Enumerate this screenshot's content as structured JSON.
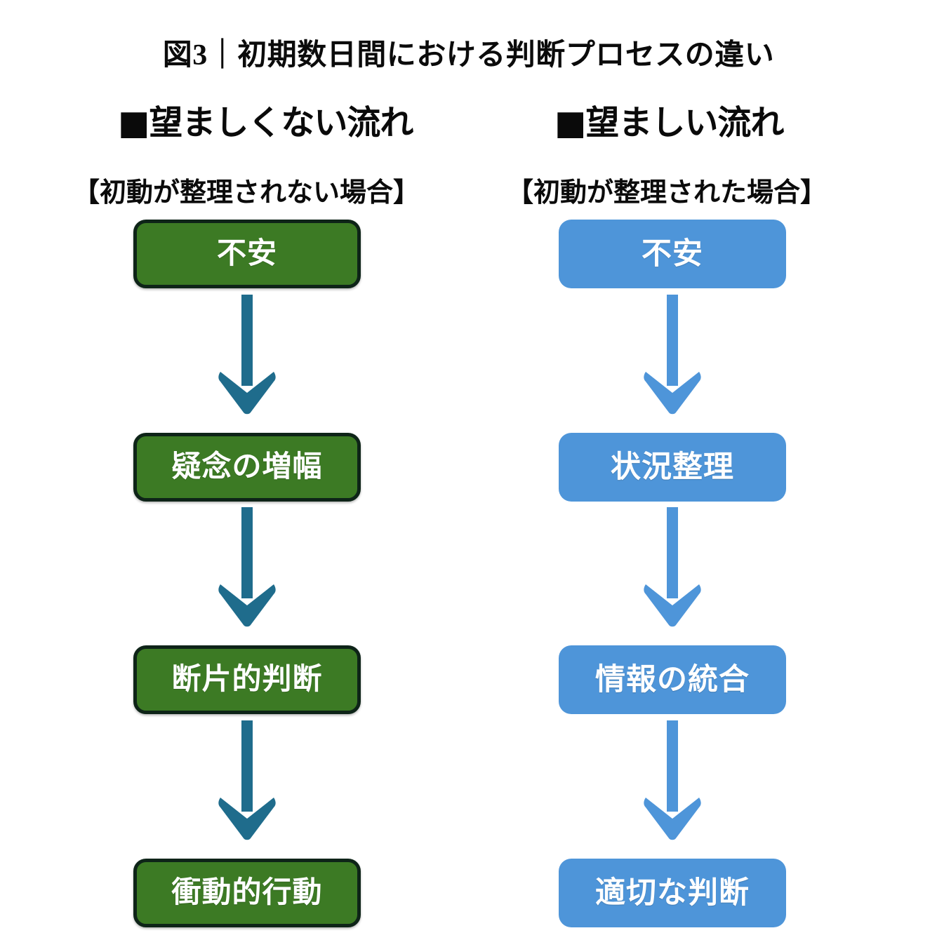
{
  "figure": {
    "title": "図3｜初期数日間における判断プロセスの違い",
    "colors": {
      "undesirable_node": "#3C7A24",
      "undesirable_node_border": "#0E2418",
      "undesirable_arrow": "#1F6C8C",
      "desirable_node": "#4E95D9",
      "desirable_arrow": "#4E95D9",
      "node_text": "#FFFFFF",
      "text": "#0B0B0B",
      "background": "#FFFFFF"
    }
  },
  "columns": [
    {
      "id": "undesirable",
      "header": "■望ましくない流れ",
      "header_marker_icon": "filled-square-icon",
      "subtitle": "【初動が整理されない場合】",
      "nodes": [
        {
          "label": "不安"
        },
        {
          "label": "疑念の増幅"
        },
        {
          "label": "断片的判断"
        },
        {
          "label": "衝動的行動"
        }
      ],
      "connectors": [
        {
          "icon": "down-arrow-icon"
        },
        {
          "icon": "down-arrow-icon"
        },
        {
          "icon": "down-arrow-icon"
        }
      ]
    },
    {
      "id": "desirable",
      "header": "■望ましい流れ",
      "header_marker_icon": "filled-square-icon",
      "subtitle": "【初動が整理された場合】",
      "nodes": [
        {
          "label": "不安"
        },
        {
          "label": "状況整理"
        },
        {
          "label": "情報の統合"
        },
        {
          "label": "適切な判断"
        }
      ],
      "connectors": [
        {
          "icon": "down-arrow-icon"
        },
        {
          "icon": "down-arrow-icon"
        },
        {
          "icon": "down-arrow-icon"
        }
      ]
    }
  ]
}
